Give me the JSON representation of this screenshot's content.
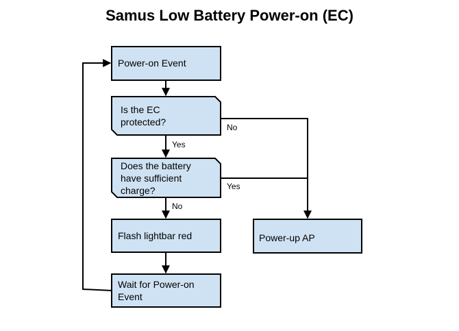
{
  "title": "Samus Low Battery Power-on (EC)",
  "nodes": {
    "power_on_event": [
      "Power-on Event"
    ],
    "is_ec_protected": [
      "Is the EC",
      "protected?"
    ],
    "battery_charge": [
      "Does the battery",
      "have sufficient",
      "charge?"
    ],
    "flash_lightbar": [
      "Flash lightbar red"
    ],
    "wait_power_on": [
      "Wait for Power-on",
      "Event"
    ],
    "power_up_ap": [
      "Power-up AP"
    ]
  },
  "edges": {
    "ec_yes": "Yes",
    "ec_no": "No",
    "battery_no": "No",
    "battery_yes": "Yes"
  },
  "colors": {
    "node_fill": "#cfe2f3",
    "stroke": "#000000"
  }
}
